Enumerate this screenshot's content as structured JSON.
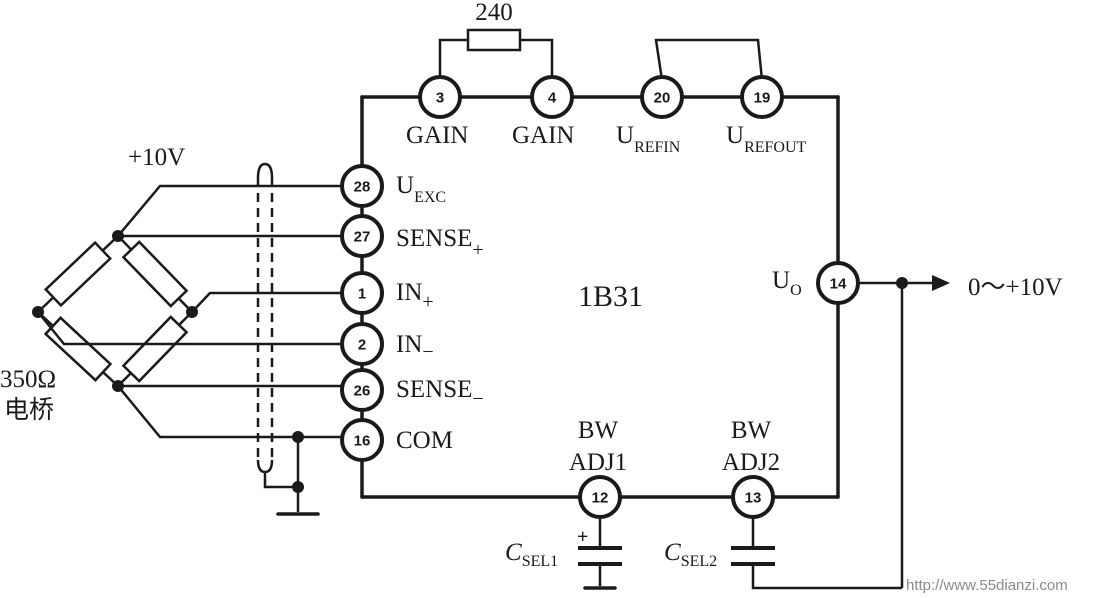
{
  "chip": {
    "name": "1B31"
  },
  "resistor": {
    "value": "240"
  },
  "supply": {
    "label": "+10V"
  },
  "output": {
    "label": "0～+10V"
  },
  "bridge": {
    "resistance": "350Ω",
    "name": "电桥"
  },
  "pins": {
    "p3": {
      "num": "3",
      "label": "GAIN"
    },
    "p4": {
      "num": "4",
      "label": "GAIN"
    },
    "p20": {
      "num": "20",
      "label_main": "U",
      "label_sub": "REFIN"
    },
    "p19": {
      "num": "19",
      "label_main": "U",
      "label_sub": "REFOUT"
    },
    "p28": {
      "num": "28",
      "label_main": "U",
      "label_sub": "EXC"
    },
    "p27": {
      "num": "27",
      "label_main": "SENSE",
      "label_sub": "+"
    },
    "p1": {
      "num": "1",
      "label_main": "IN",
      "label_sub": "+"
    },
    "p2": {
      "num": "2",
      "label_main": "IN",
      "label_sub": "−"
    },
    "p26": {
      "num": "26",
      "label_main": "SENSE",
      "label_sub": "−"
    },
    "p16": {
      "num": "16",
      "label": "COM"
    },
    "p14": {
      "num": "14",
      "label_main": "U",
      "label_sub": "O"
    },
    "p12": {
      "num": "12",
      "label_line1": "BW",
      "label_line2": "ADJ1"
    },
    "p13": {
      "num": "13",
      "label_line1": "BW",
      "label_line2": "ADJ2"
    }
  },
  "capacitors": {
    "c1": {
      "label_main": "C",
      "label_sub": "SEL1",
      "polarity": "+"
    },
    "c2": {
      "label_main": "C",
      "label_sub": "SEL2"
    }
  },
  "watermark": {
    "text": "http://www.55dianzi.com"
  }
}
